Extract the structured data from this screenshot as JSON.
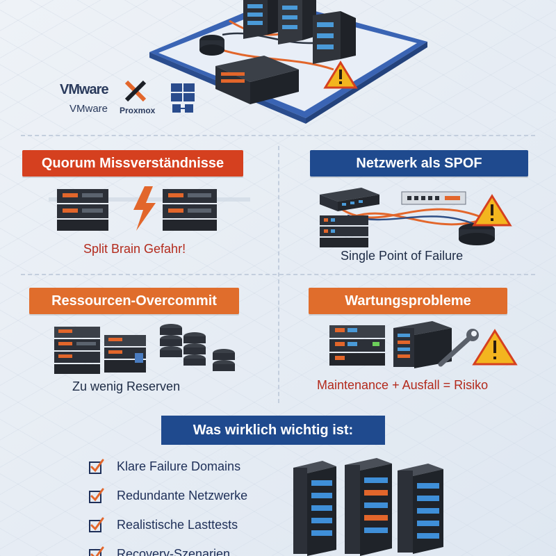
{
  "logos": {
    "vmware_mark": "VMware",
    "vmware_text": "VMware",
    "proxmox_text": "Proxmox"
  },
  "panels": [
    {
      "id": "quorum",
      "title": "Quorum Missverständnisse",
      "caption": "Split Brain Gefahr!",
      "banner_color": "#d5401f"
    },
    {
      "id": "spof",
      "title": "Netzwerk als SPOF",
      "caption": "Single Point of Failure",
      "banner_color": "#1f4a8e"
    },
    {
      "id": "overcommit",
      "title": "Ressourcen-Overcommit",
      "caption": "Zu wenig Reserven",
      "banner_color": "#e06d2c"
    },
    {
      "id": "maintenance",
      "title": "Wartungsprobleme",
      "caption": "Maintenance + Ausfall = Risiko",
      "banner_color": "#e06d2c"
    }
  ],
  "summary": {
    "title": "Was wirklich wichtig ist:",
    "items": [
      "Klare Failure Domains",
      "Redundante Netzwerke",
      "Realistische Lasttests",
      "Recovery-Szenarien"
    ]
  },
  "colors": {
    "accent_red": "#d5401f",
    "accent_orange": "#e06d2c",
    "accent_blue": "#1f4a8e",
    "warning_yellow": "#f3b51f",
    "server_dark": "#2f333a"
  }
}
